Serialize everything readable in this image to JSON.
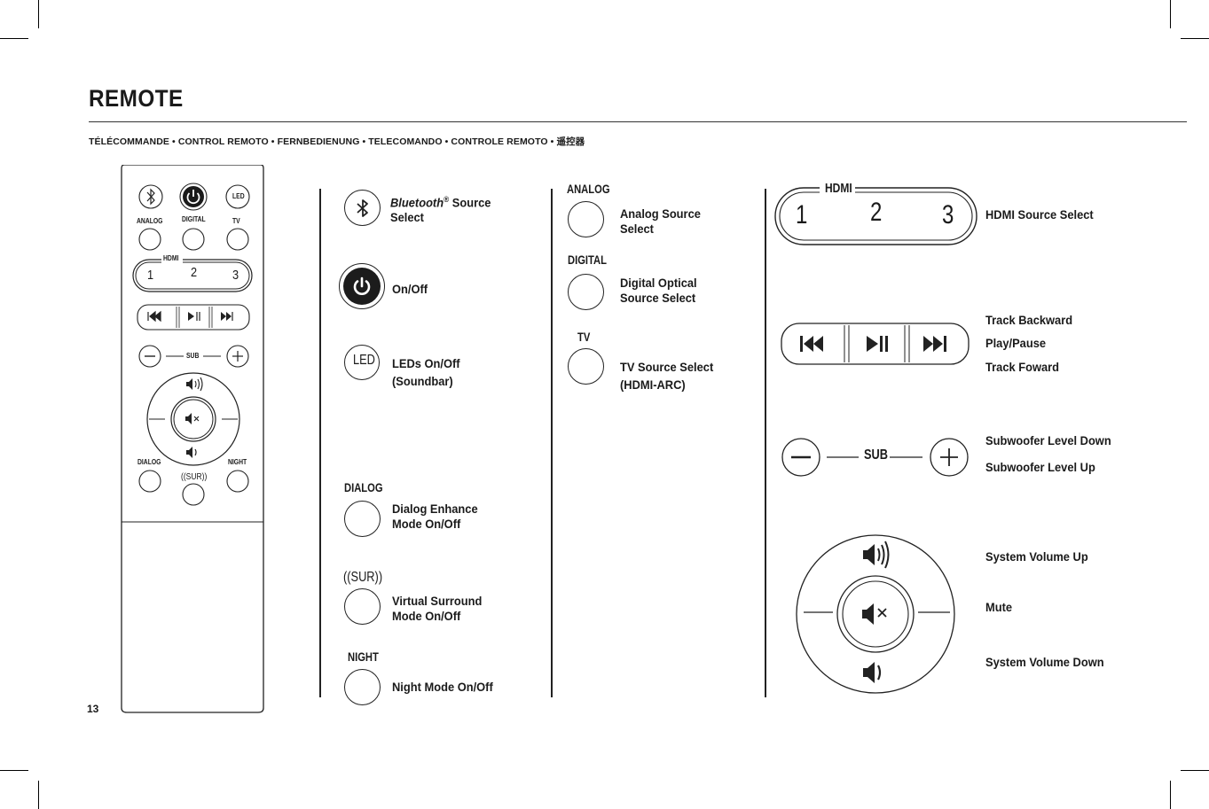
{
  "header": {
    "title": "REMOTE",
    "subtitle": "TÉLÉCOMMANDE • CONTROL REMOTO • FERNBEDIENUNG • TELECOMANDO • CONTROLE REMOTO • 遥控器"
  },
  "page_number": "13",
  "remote": {
    "led": "LED",
    "analog": "ANALOG",
    "digital": "DIGITAL",
    "tv": "TV",
    "hdmi": "HDMI",
    "hdmi_1": "1",
    "hdmi_2": "2",
    "hdmi_3": "3",
    "sub": "SUB",
    "dialog": "DIALOG",
    "night": "NIGHT",
    "surround": "((SUR))"
  },
  "column1": {
    "bluetooth_brand": "Bluetooth",
    "bluetooth_reg": "®",
    "bluetooth_rest": " Source",
    "bluetooth_line2": "Select",
    "onoff": "On/Off",
    "led_caption": "LED",
    "leds_line1": "LEDs On/Off",
    "leds_line2": "(Soundbar)",
    "dialog_caption": "DIALOG",
    "dialog_line1": "Dialog Enhance",
    "dialog_line2": "Mode On/Off",
    "surround_caption": "((SUR))",
    "surround_line1": "Virtual Surround",
    "surround_line2": "Mode On/Off",
    "night_caption": "NIGHT",
    "night_line1": "Night Mode On/Off"
  },
  "column2": {
    "analog_caption": "ANALOG",
    "analog_line1": "Analog Source",
    "analog_line2": "Select",
    "digital_caption": "DIGITAL",
    "digital_line1": "Digital Optical",
    "digital_line2": "Source Select",
    "tv_caption": "TV",
    "tv_line1": "TV Source Select",
    "tv_line2": "(HDMI-ARC)"
  },
  "column3": {
    "hdmi_caption": "HDMI",
    "hdmi_1": "1",
    "hdmi_2": "2",
    "hdmi_3": "3",
    "hdmi_label": "HDMI Source Select",
    "track_backward": "Track Backward",
    "play_pause": "Play/Pause",
    "track_forward": "Track Foward",
    "sub_caption": "SUB",
    "sub_down": "Subwoofer Level Down",
    "sub_up": "Subwoofer Level Up",
    "vol_up": "System Volume Up",
    "mute": "Mute",
    "vol_down": "System Volume Down"
  },
  "icons": {
    "bluetooth": "bluetooth-icon",
    "power": "power-icon",
    "prev": "track-backward-icon",
    "playpause": "play-pause-icon",
    "next": "track-forward-icon",
    "minus": "minus-icon",
    "plus": "plus-icon",
    "volume_up": "volume-up-icon",
    "mute": "mute-icon",
    "volume_down": "volume-down-icon"
  }
}
